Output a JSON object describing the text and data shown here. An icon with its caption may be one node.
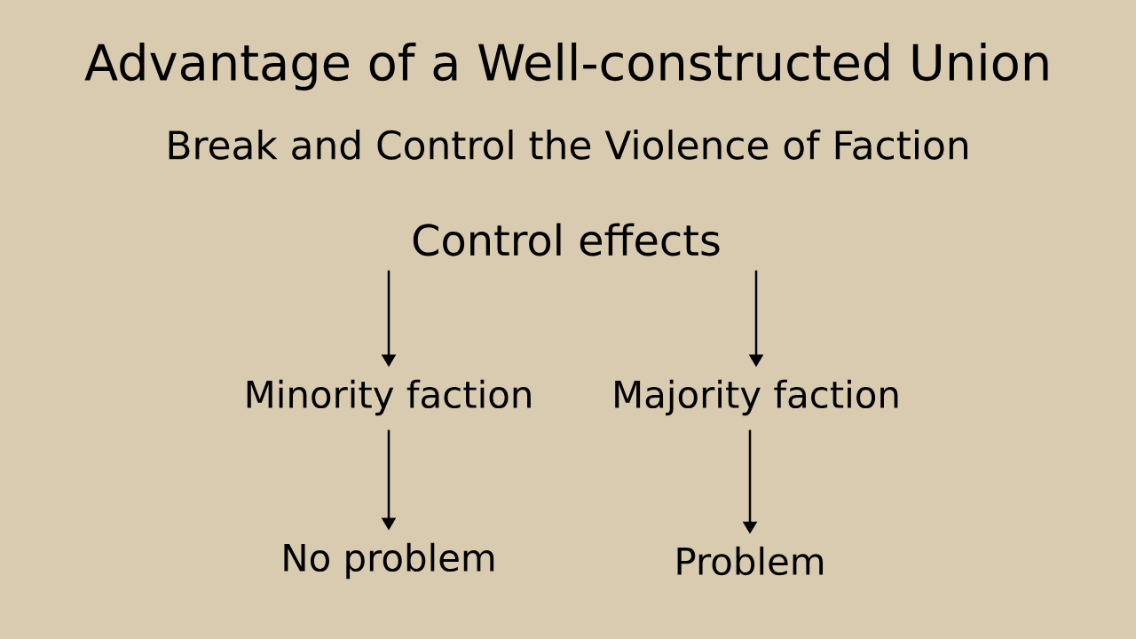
{
  "diagram": {
    "title": "Advantage of a Well-constructed Union",
    "nodes": [
      {
        "text": [
          "Control effects"
        ]
      },
      {
        "text": [
          "Minority faction"
        ]
      },
      {
        "text": [
          "Majority faction"
        ]
      },
      {
        "text": [
          "No problem"
        ]
      },
      {
        "text": [
          "Problem"
        ]
      }
    ],
    "edges": [
      {
        "from": 0,
        "to": 1,
        "arrow": "to"
      },
      {
        "from": 0,
        "to": 2,
        "arrow": "to"
      },
      {
        "from": 1,
        "to": 3,
        "arrow": "to"
      },
      {
        "from": 2,
        "to": 4,
        "arrow": "to"
      }
    ],
    "labels": [
      "Break and Control the Violence of Faction"
    ]
  }
}
